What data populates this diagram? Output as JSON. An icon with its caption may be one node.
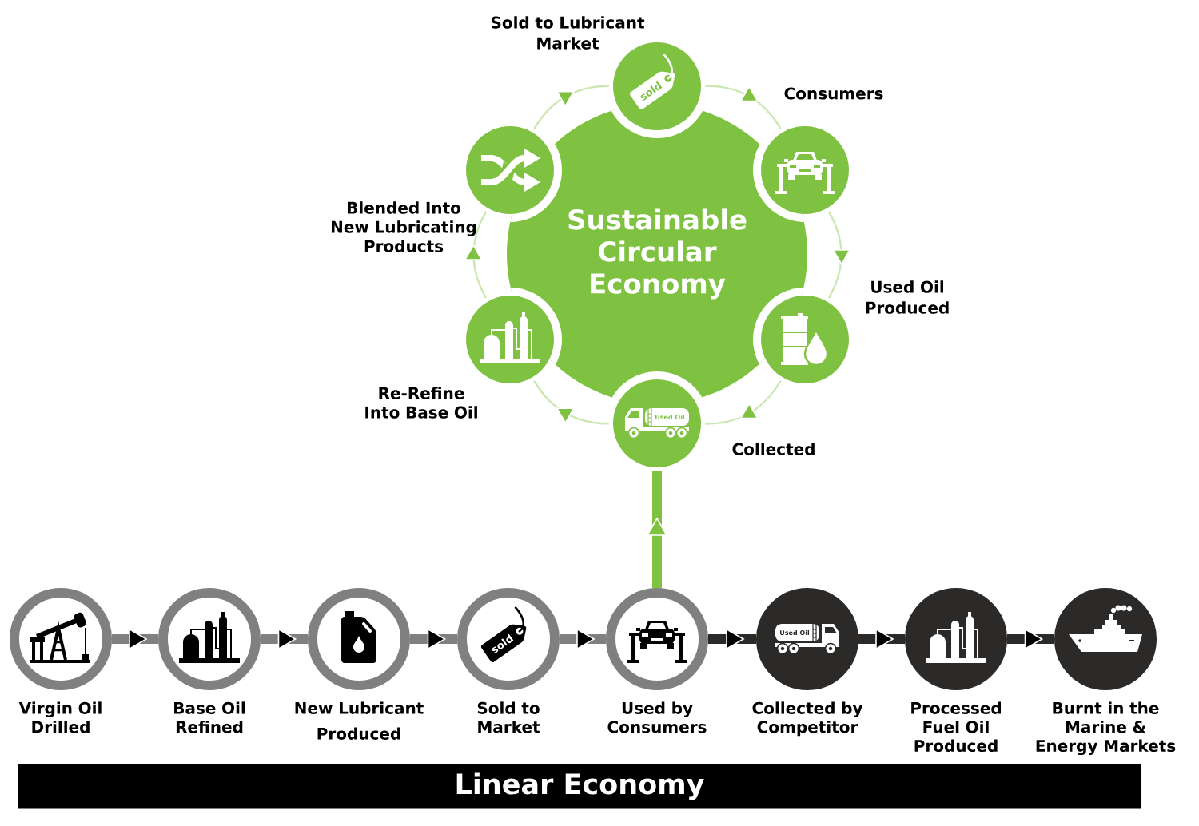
{
  "diagram": {
    "nodes": [
      {
        "text": [
          "Sustainable Circular Economy"
        ]
      },
      {
        "text": [
          "Sold to Lubricant Market"
        ]
      },
      {
        "text": [
          "Consumers"
        ]
      },
      {
        "text": [
          "Used Oil Produced"
        ]
      },
      {
        "text": [
          "Collected"
        ]
      },
      {
        "text": [
          "Re-Refine Into Base Oil"
        ]
      },
      {
        "text": [
          "Blended Into New Lubricating Products"
        ]
      },
      {
        "text": [
          "Virgin Oil Drilled"
        ]
      },
      {
        "text": [
          "Base Oil Refined"
        ]
      },
      {
        "text": [
          "New Lubricant Produced"
        ]
      },
      {
        "text": [
          "Sold to Market"
        ]
      },
      {
        "text": [
          "Used by Consumers"
        ]
      },
      {
        "text": [
          "Collected by Competitor"
        ]
      },
      {
        "text": [
          "Processed Fuel Oil Produced"
        ]
      },
      {
        "text": [
          "Burnt in the Marine & Energy Markets"
        ]
      },
      {
        "text": [
          "Linear Economy"
        ]
      }
    ],
    "edges": [
      {
        "from": 1,
        "to": 2,
        "arrow": "to"
      },
      {
        "from": 2,
        "to": 3,
        "arrow": "to"
      },
      {
        "from": 3,
        "to": 4,
        "arrow": "to"
      },
      {
        "from": 4,
        "to": 5,
        "arrow": "to"
      },
      {
        "from": 5,
        "to": 6,
        "arrow": "to"
      },
      {
        "from": 6,
        "to": 1,
        "arrow": "to"
      },
      {
        "from": 7,
        "to": 8,
        "arrow": "to",
        "color": "#808080"
      },
      {
        "from": 8,
        "to": 9,
        "arrow": "to",
        "color": "#808080"
      },
      {
        "from": 9,
        "to": 10,
        "arrow": "to",
        "color": "#808080"
      },
      {
        "from": 10,
        "to": 11,
        "arrow": "to",
        "color": "#808080"
      },
      {
        "from": 11,
        "to": 12,
        "arrow": "to",
        "color": "#2b2a29"
      },
      {
        "from": 12,
        "to": 13,
        "arrow": "to",
        "color": "#2b2a29"
      },
      {
        "from": 13,
        "to": 14,
        "arrow": "to",
        "color": "#2b2a29"
      },
      {
        "from": 11,
        "to": 4,
        "arrow": "to",
        "color": "#7fc241"
      }
    ],
    "labels": [
      "sold",
      "Used Oil",
      "sold",
      "Used Oil"
    ]
  }
}
